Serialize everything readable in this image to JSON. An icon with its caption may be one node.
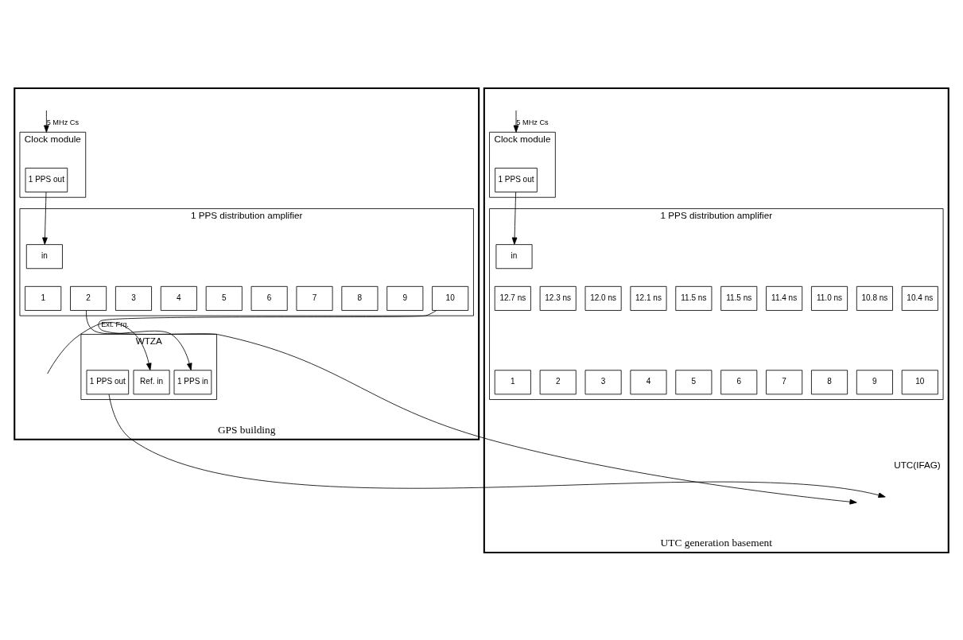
{
  "diagram": {
    "nodes": [
      {
        "text": [
          "GPS building"
        ]
      },
      {
        "text": [
          "Clock module"
        ],
        "in": 0
      },
      {
        "text": [
          "1 PPS out"
        ],
        "in": 1
      },
      {
        "text": [
          "1 PPS distribution amplifier"
        ],
        "in": 0
      },
      {
        "text": [
          "in"
        ],
        "in": 3
      },
      {
        "text": [
          "1"
        ],
        "in": 3
      },
      {
        "text": [
          "2"
        ],
        "in": 3
      },
      {
        "text": [
          "3"
        ],
        "in": 3
      },
      {
        "text": [
          "4"
        ],
        "in": 3
      },
      {
        "text": [
          "5"
        ],
        "in": 3
      },
      {
        "text": [
          "6"
        ],
        "in": 3
      },
      {
        "text": [
          "7"
        ],
        "in": 3
      },
      {
        "text": [
          "8"
        ],
        "in": 3
      },
      {
        "text": [
          "9"
        ],
        "in": 3
      },
      {
        "text": [
          "10"
        ],
        "in": 3
      },
      {
        "text": [
          "WTZA"
        ],
        "in": 0
      },
      {
        "text": [
          "1 PPS in"
        ],
        "in": 15
      },
      {
        "text": [
          "Ref. in"
        ],
        "in": 15
      },
      {
        "text": [
          "1 PPS out"
        ],
        "in": 15
      },
      {
        "text": [
          "UTC generation basement"
        ]
      },
      {
        "text": [
          "Clock module"
        ],
        "in": 19
      },
      {
        "text": [
          "1 PPS out"
        ],
        "in": 20
      },
      {
        "text": [
          "1 PPS distribution amplifier"
        ],
        "in": 19
      },
      {
        "text": [
          "in"
        ],
        "in": 22
      },
      {
        "text": [
          "12.7 ns"
        ],
        "in": 22
      },
      {
        "text": [
          "12.3 ns"
        ],
        "in": 22
      },
      {
        "text": [
          "12.0 ns"
        ],
        "in": 22
      },
      {
        "text": [
          "12.1 ns"
        ],
        "in": 22
      },
      {
        "text": [
          "11.5 ns"
        ],
        "in": 22
      },
      {
        "text": [
          "11.5 ns"
        ],
        "in": 22
      },
      {
        "text": [
          "11.4 ns"
        ],
        "in": 22
      },
      {
        "text": [
          "11.0 ns"
        ],
        "in": 22
      },
      {
        "text": [
          "10.8 ns"
        ],
        "in": 22
      },
      {
        "text": [
          "10.4 ns"
        ],
        "in": 22
      },
      {
        "text": [
          "1"
        ],
        "in": 22
      },
      {
        "text": [
          "2"
        ],
        "in": 22
      },
      {
        "text": [
          "3"
        ],
        "in": 22
      },
      {
        "text": [
          "4"
        ],
        "in": 22
      },
      {
        "text": [
          "5"
        ],
        "in": 22
      },
      {
        "text": [
          "6"
        ],
        "in": 22
      },
      {
        "text": [
          "7"
        ],
        "in": 22
      },
      {
        "text": [
          "8"
        ],
        "in": 22
      },
      {
        "text": [
          "9"
        ],
        "in": 22
      },
      {
        "text": [
          "10"
        ],
        "in": 22
      }
    ],
    "edges": [
      {
        "from": null,
        "to": 1,
        "arrow": "to",
        "label": "5 MHz Cs"
      },
      {
        "from": null,
        "to": 20,
        "arrow": "to",
        "label": "5 MHz Cs"
      },
      {
        "from": 2,
        "to": 4,
        "arrow": "to"
      },
      {
        "from": 21,
        "to": 23,
        "arrow": "to"
      },
      {
        "from": 6,
        "to": 16,
        "arrow": "to"
      },
      {
        "from": 14,
        "to": null,
        "arrow": "to"
      },
      {
        "from": null,
        "to": 17,
        "arrow": "to",
        "label": "Ext. Frq."
      },
      {
        "from": 18,
        "to": null,
        "arrow": "to"
      }
    ],
    "labels": [
      "UTC(IFAG)"
    ]
  }
}
